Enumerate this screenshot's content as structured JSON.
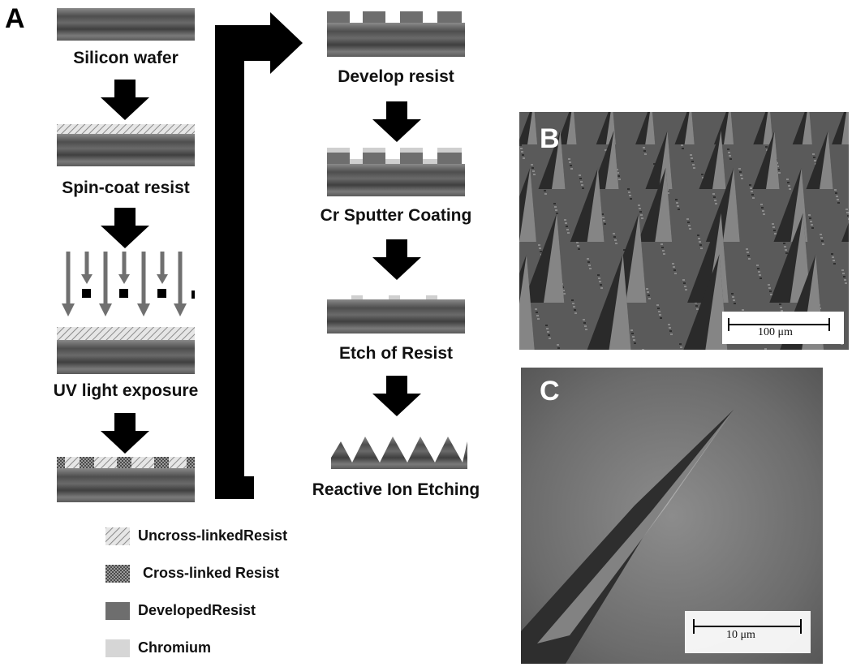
{
  "panel_a": {
    "letter": "A",
    "steps": {
      "silicon_wafer": "Silicon wafer",
      "spin_coat": "Spin-coat resist",
      "uv_exposure": "UV light exposure",
      "develop": "Develop resist",
      "cr_sputter": "Cr Sputter Coating",
      "etch_resist": "Etch of Resist",
      "rie": "Reactive Ion Etching"
    },
    "legend": [
      {
        "label": "Uncross-linkedResist",
        "pattern": "diagonal-hatch"
      },
      {
        "label": "Cross-linked Resist",
        "pattern": "crosshatch"
      },
      {
        "label": "DevelopedResist",
        "pattern": "dark-gray"
      },
      {
        "label": "Chromium",
        "pattern": "light-gray"
      }
    ]
  },
  "panel_b": {
    "letter": "B",
    "scale_label": "100 μm"
  },
  "panel_c": {
    "letter": "C",
    "scale_label": "10 μm"
  },
  "colors": {
    "wafer_dark": "#4a4a4a",
    "wafer_mid": "#7a7a7a",
    "developed_resist": "#6e6e6e",
    "chromium": "#cfcfcf",
    "arrow": "#000000"
  }
}
